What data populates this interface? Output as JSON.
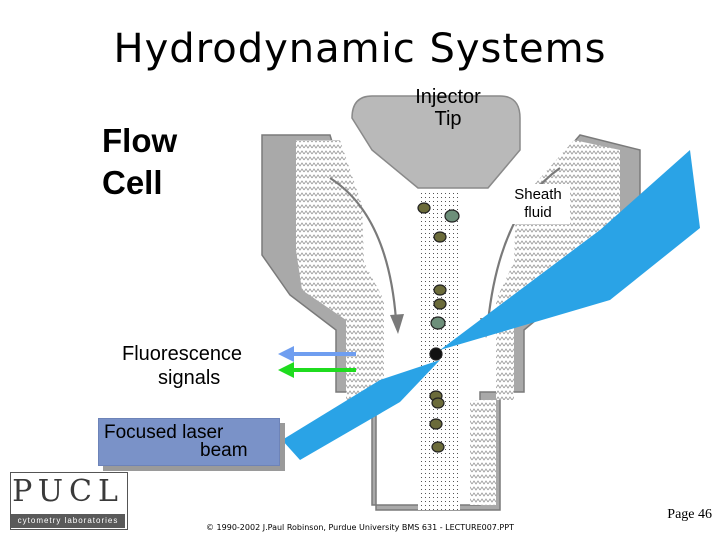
{
  "title": "Hydrodynamic Systems",
  "labels": {
    "flow_cell_line1": "Flow",
    "flow_cell_line2": "Cell",
    "injector_line1": "Injector",
    "injector_line2": "Tip",
    "sheath_line1": "Sheath",
    "sheath_line2": "fluid",
    "fluorescence_line1": "Fluorescence",
    "fluorescence_line2": "signals",
    "laser_line1": "Focused laser",
    "laser_line2": "beam"
  },
  "logo": {
    "letters": "PUCL",
    "subtitle": "cytometry laboratories"
  },
  "footer": "© 1990-2002 J.Paul Robinson, Purdue University BMS 631 - LECTURE007.PPT",
  "page_number": "Page 46",
  "colors": {
    "laser_beam": "#2aa3e6",
    "signal_arrow_blue": "#6f9ef0",
    "signal_arrow_green": "#1fdc1f",
    "cell_body": "#a9a9a9",
    "laser_box": "#7a92c8"
  }
}
